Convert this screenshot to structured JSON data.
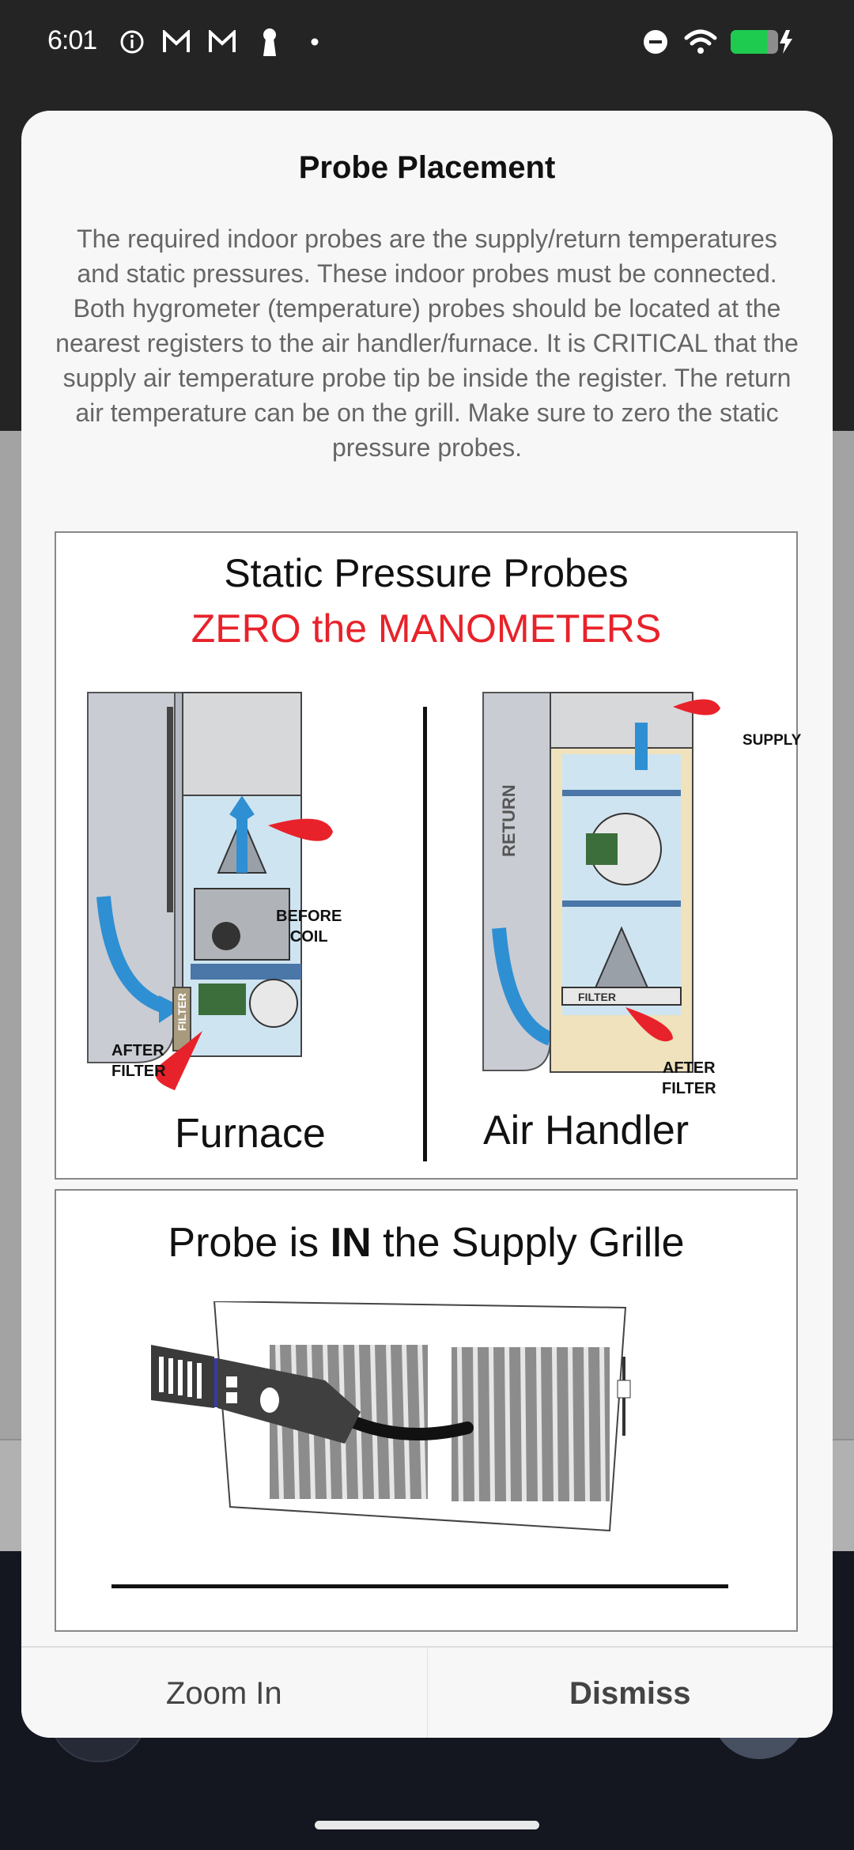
{
  "status_bar": {
    "time": "6:01",
    "left_icons": [
      "info-icon",
      "gmail-icon",
      "gmail-icon",
      "keyhole-icon",
      "dot-icon"
    ],
    "right_icons": [
      "do-not-disturb-icon",
      "wifi-icon",
      "battery-charging-icon"
    ],
    "battery_color": "#1ecb4f"
  },
  "modal": {
    "title": "Probe Placement",
    "message": "The required indoor probes are the supply/return temperatures and static pressures. These indoor probes must be connected. Both hygrometer (temperature) probes should be located at the nearest registers to the air handler/furnace. It is CRITICAL that the supply air temperature probe tip be inside the register. The return air temperature can be on the grill. Make sure to zero the static pressure probes.",
    "figures": [
      {
        "title": "Static Pressure Probes",
        "subtitle": "ZERO the MANOMETERS",
        "subtitle_color": "#e8222a",
        "left_unit": {
          "label": "Furnace",
          "callouts": [
            "BEFORE\nCOIL",
            "AFTER\nFILTER"
          ],
          "filter_label": "FILTER"
        },
        "right_unit": {
          "label": "Air Handler",
          "callouts": [
            "SUPPLY",
            "AFTER\nFILTER"
          ],
          "duct_label": "RETURN",
          "filter_label": "FILTER"
        }
      },
      {
        "title_prefix": "Probe is ",
        "title_bold": "IN",
        "title_suffix": " the Supply Grille"
      }
    ],
    "actions": {
      "zoom_in": "Zoom In",
      "dismiss": "Dismiss"
    }
  }
}
